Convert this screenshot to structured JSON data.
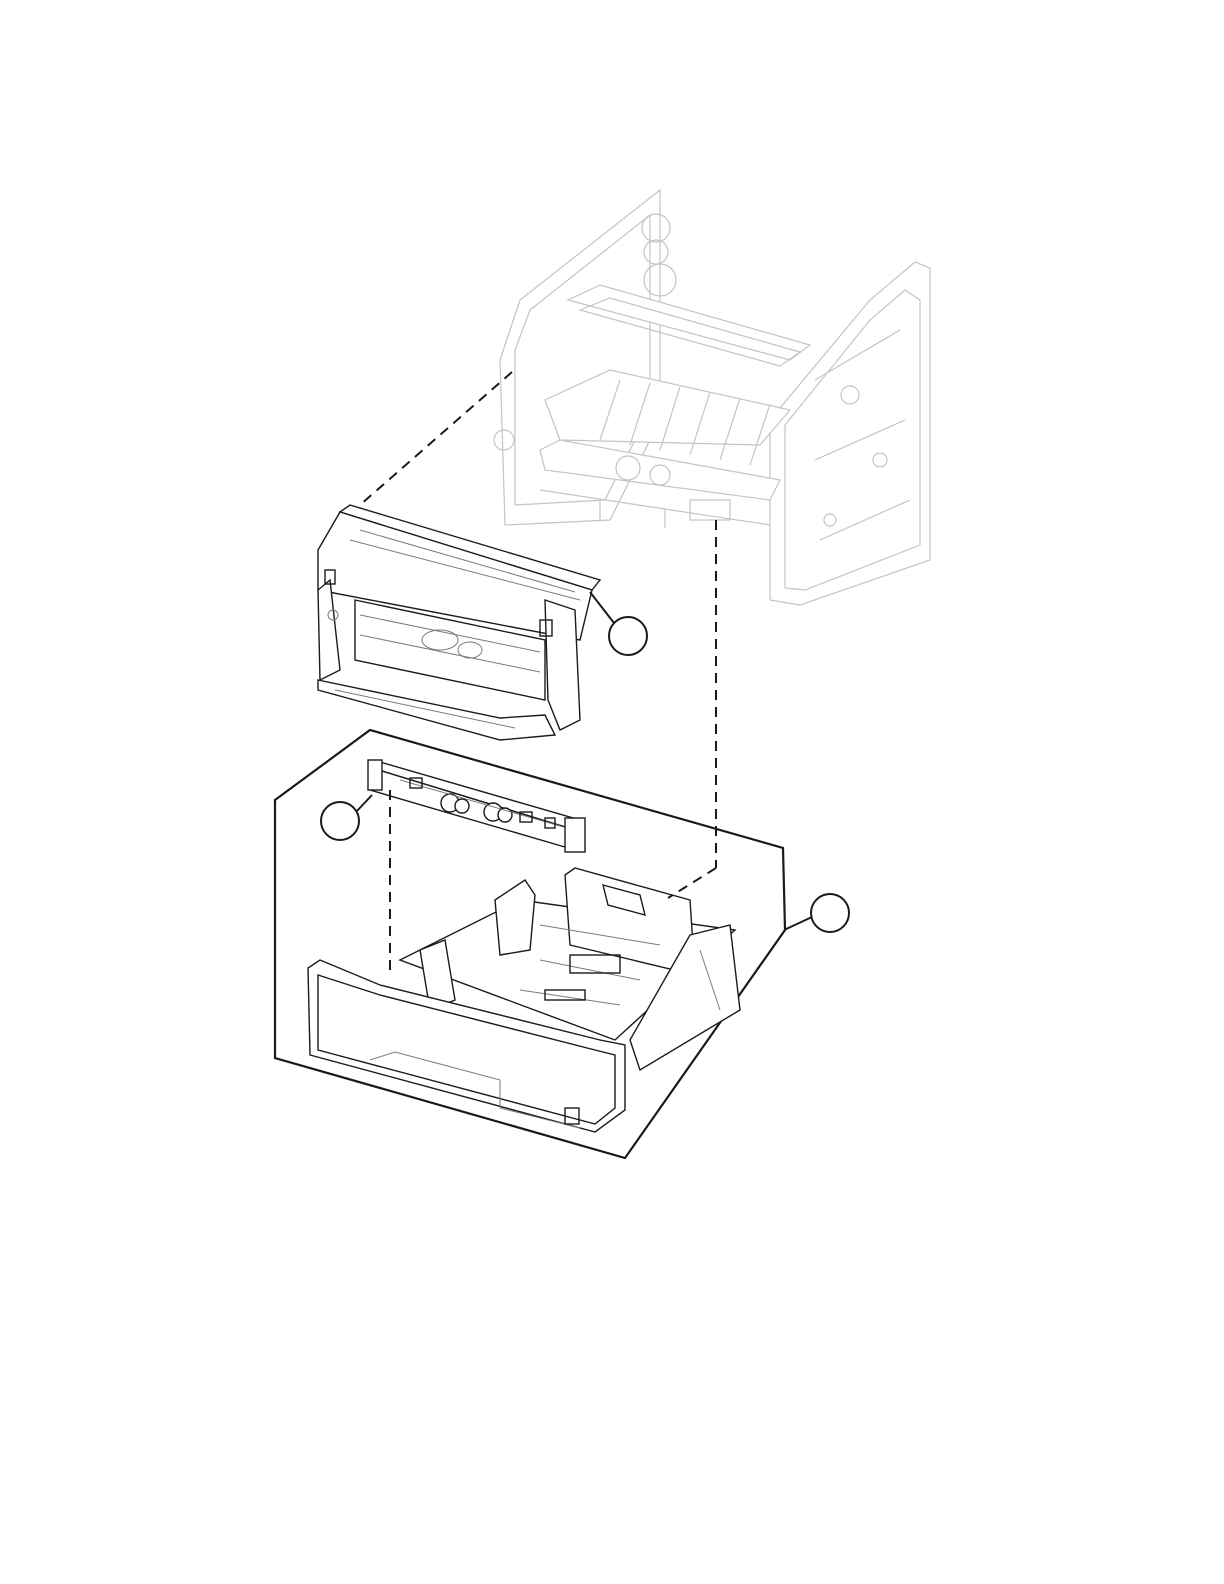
{
  "callouts": [
    {
      "id": "callout-duplex-unit",
      "label": ""
    },
    {
      "id": "callout-pick-assembly",
      "label": ""
    },
    {
      "id": "callout-tray-assembly",
      "label": ""
    }
  ],
  "colors": {
    "ink": "#1a1a1a",
    "ghost": "#c4c4c4",
    "background": "#ffffff"
  }
}
